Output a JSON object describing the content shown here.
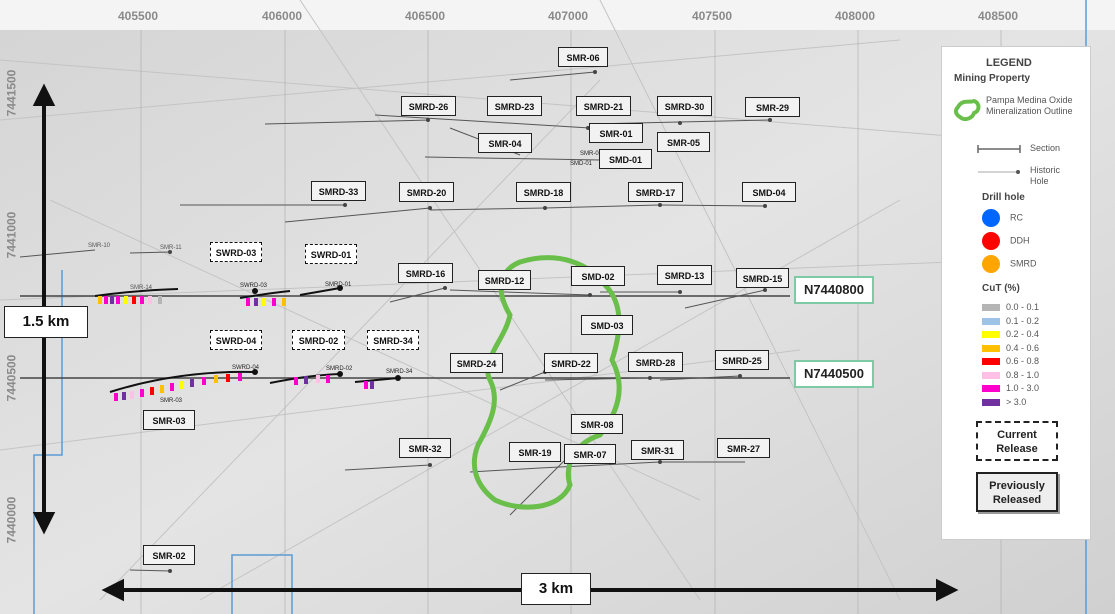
{
  "x_ticks": [
    "405500",
    "406000",
    "406500",
    "407000",
    "407500",
    "408000",
    "408500"
  ],
  "y_ticks": [
    "7441500",
    "7441000",
    "7440500",
    "7440000"
  ],
  "historic_labels": {
    "smr10": "SMR-10",
    "smr11": "SMR-11",
    "smr14": "SMR-14",
    "swrd03": "SWRD-03",
    "smrd01": "SMRD-01",
    "swrd04": "SWRD-04",
    "smrd02": "SMRD-02",
    "smrd34": "SMRD-34",
    "smr03": "SMR-03",
    "smr01": "SMR-01",
    "smd01": "SMD-01"
  },
  "drill_labels": [
    {
      "id": "smr06",
      "text": "SMR-06"
    },
    {
      "id": "smrd26",
      "text": "SMRD-26"
    },
    {
      "id": "smrd23",
      "text": "SMRD-23"
    },
    {
      "id": "smrd21",
      "text": "SMRD-21"
    },
    {
      "id": "smrd30",
      "text": "SMRD-30"
    },
    {
      "id": "smr29",
      "text": "SMR-29"
    },
    {
      "id": "smr01",
      "text": "SMR-01"
    },
    {
      "id": "smr04",
      "text": "SMR-04"
    },
    {
      "id": "smr05",
      "text": "SMR-05"
    },
    {
      "id": "smd01",
      "text": "SMD-01"
    },
    {
      "id": "smrd33",
      "text": "SMRD-33"
    },
    {
      "id": "smrd20",
      "text": "SMRD-20"
    },
    {
      "id": "smrd18",
      "text": "SMRD-18"
    },
    {
      "id": "smrd17",
      "text": "SMRD-17"
    },
    {
      "id": "smd04",
      "text": "SMD-04"
    },
    {
      "id": "smrd16",
      "text": "SMRD-16"
    },
    {
      "id": "smrd12",
      "text": "SMRD-12"
    },
    {
      "id": "smd02",
      "text": "SMD-02"
    },
    {
      "id": "smrd13",
      "text": "SMRD-13"
    },
    {
      "id": "smrd15",
      "text": "SMRD-15"
    },
    {
      "id": "smd03",
      "text": "SMD-03"
    },
    {
      "id": "smrd24",
      "text": "SMRD-24"
    },
    {
      "id": "smrd22",
      "text": "SMRD-22"
    },
    {
      "id": "smrd28",
      "text": "SMRD-28"
    },
    {
      "id": "smrd25",
      "text": "SMRD-25"
    },
    {
      "id": "smr03",
      "text": "SMR-03"
    },
    {
      "id": "smr08",
      "text": "SMR-08"
    },
    {
      "id": "smr32",
      "text": "SMR-32"
    },
    {
      "id": "smr19",
      "text": "SMR-19"
    },
    {
      "id": "smr07",
      "text": "SMR-07"
    },
    {
      "id": "smr31",
      "text": "SMR-31"
    },
    {
      "id": "smr27",
      "text": "SMR-27"
    },
    {
      "id": "smr02",
      "text": "SMR-02"
    }
  ],
  "current_release_labels": [
    {
      "id": "swrd03",
      "text": "SWRD-03"
    },
    {
      "id": "swrd01",
      "text": "SWRD-01"
    },
    {
      "id": "swrd04",
      "text": "SWRD-04"
    },
    {
      "id": "smrd02",
      "text": "SMRD-02"
    },
    {
      "id": "smrd34",
      "text": "SMRD-34"
    }
  ],
  "sections": {
    "n1": "N7440800",
    "n2": "N7440500"
  },
  "scale": {
    "vertical": "1.5 km",
    "horizontal": "3 km"
  },
  "legend": {
    "title": "LEGEND",
    "mining_property": "Mining Property",
    "outline_label": "Pampa Medina Oxide Mineralization Outline",
    "section": "Section",
    "historic_hole": "Historic Hole",
    "drill_hole": "Drill hole",
    "rc": "RC",
    "ddh": "DDH",
    "smrd": "SMRD",
    "cut_title": "CuT (%)",
    "cut_classes": [
      {
        "label": "0.0 - 0.1",
        "color": "#b5b5b5"
      },
      {
        "label": "0.1 - 0.2",
        "color": "#9dc3e6"
      },
      {
        "label": "0.2 - 0.4",
        "color": "#ffff00"
      },
      {
        "label": "0.4 - 0.6",
        "color": "#ffc000"
      },
      {
        "label": "0.6 - 0.8",
        "color": "#ff0000"
      },
      {
        "label": "0.8 - 1.0",
        "color": "#ffc0e8"
      },
      {
        "label": "1.0 - 3.0",
        "color": "#ff00cc"
      },
      {
        "label": "> 3.0",
        "color": "#7030a0"
      }
    ],
    "current_release": "Current Release",
    "previously_released": "Previously Released"
  },
  "colors": {
    "rc": "#0066ff",
    "ddh": "#ff0000",
    "smrd": "#ffa500",
    "outline": "#6abf4b",
    "section_border": "#7fc9a5"
  }
}
